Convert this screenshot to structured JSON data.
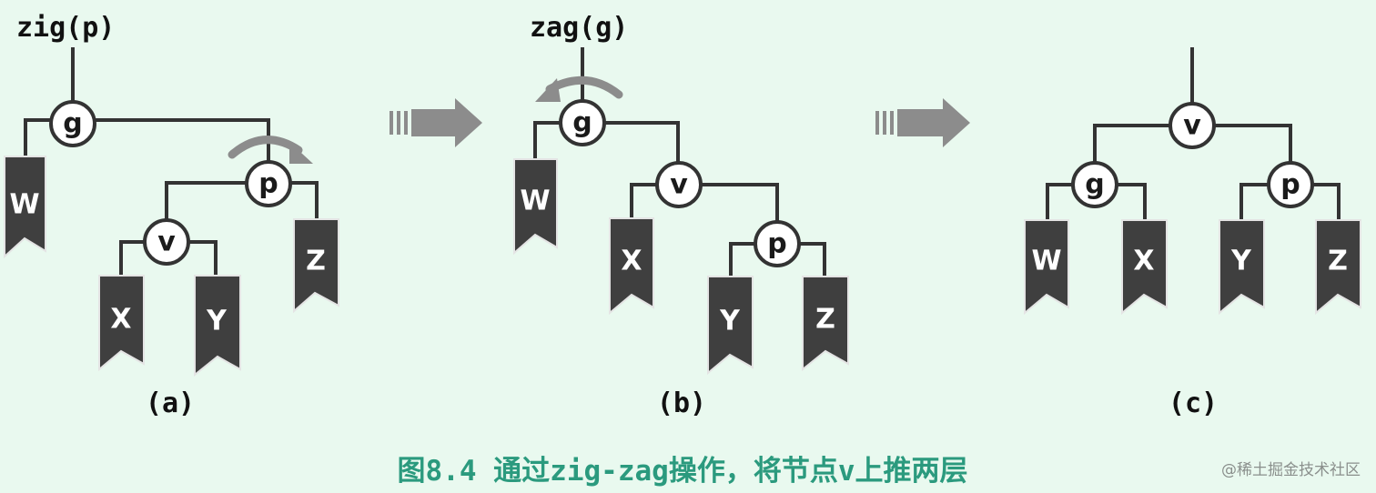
{
  "panels": [
    {
      "id": "a",
      "label": "(a)",
      "operation": "zig(p)",
      "nodes": {
        "g": "g",
        "p": "p",
        "v": "v"
      },
      "leaves": {
        "W": "W",
        "X": "X",
        "Y": "Y",
        "Z": "Z"
      }
    },
    {
      "id": "b",
      "label": "(b)",
      "operation": "zag(g)",
      "nodes": {
        "g": "g",
        "v": "v",
        "p": "p"
      },
      "leaves": {
        "W": "W",
        "X": "X",
        "Y": "Y",
        "Z": "Z"
      }
    },
    {
      "id": "c",
      "label": "(c)",
      "nodes": {
        "v": "v",
        "g": "g",
        "p": "p"
      },
      "leaves": {
        "W": "W",
        "X": "X",
        "Y": "Y",
        "Z": "Z"
      }
    }
  ],
  "caption": "图8.4 通过zig-zag操作，将节点v上推两层",
  "watermark": "@稀土掘金技术社区",
  "colors": {
    "background": "#e9f9ef",
    "edge": "#333333",
    "leaf": "#3f3f3f",
    "arrow": "#8c8c8c",
    "caption": "#2b9a7e"
  }
}
